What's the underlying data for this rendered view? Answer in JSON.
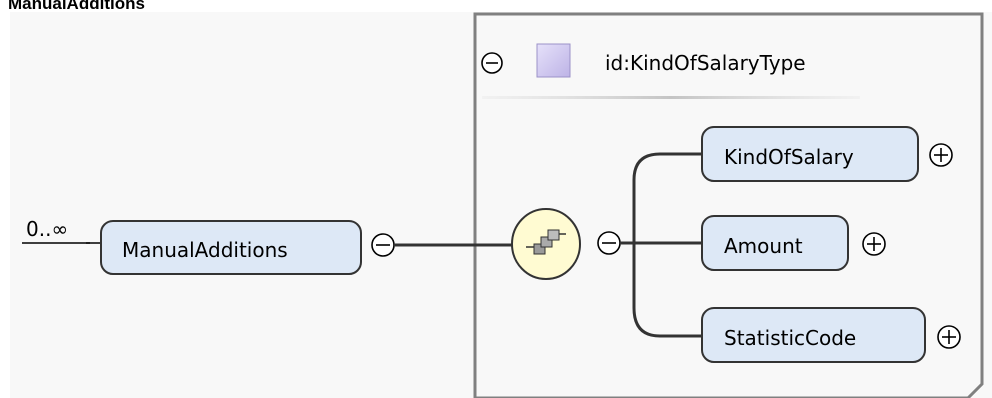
{
  "title": "ManualAdditions",
  "root_element": {
    "label": "ManualAdditions",
    "cardinality": "0..∞"
  },
  "type_box": {
    "type_name": "id:KindOfSalaryType"
  },
  "sequence": {
    "icon": "sequence-compositor-icon"
  },
  "children": [
    {
      "label": "KindOfSalary",
      "expand": "+"
    },
    {
      "label": "Amount",
      "expand": "+"
    },
    {
      "label": "StatisticCode",
      "expand": "+"
    }
  ],
  "colors": {
    "element_fill": "#dde8f6",
    "element_stroke": "#333333",
    "type_box_stroke": "#808080",
    "sequence_fill": "#fffbd2",
    "type_icon_fill": "#c9c2ea",
    "background": "#f8f8f8"
  }
}
